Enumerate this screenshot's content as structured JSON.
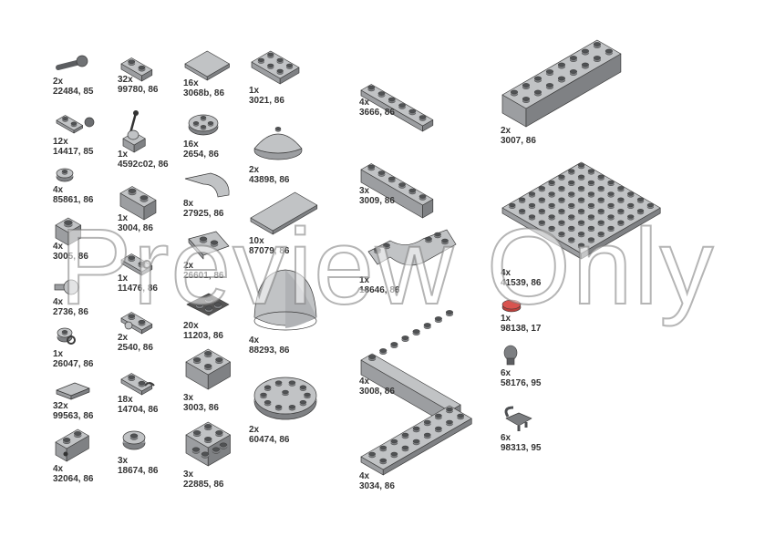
{
  "colors": {
    "part": "#a7a9ac",
    "dark": "#6b6d70",
    "red": "#d9534f",
    "stud": "#3c3c3c"
  },
  "parts": [
    {
      "qty": "2x",
      "id": "22484, 85",
      "shape": "pin"
    },
    {
      "qty": "12x",
      "id": "14417, 85",
      "shape": "hinge"
    },
    {
      "qty": "4x",
      "id": "85861, 86",
      "shape": "roundplate"
    },
    {
      "qty": "4x",
      "id": "3005, 86",
      "shape": "brick1"
    },
    {
      "qty": "4x",
      "id": "2736, 86",
      "shape": "axlehub"
    },
    {
      "qty": "1x",
      "id": "26047, 86",
      "shape": "clip"
    },
    {
      "qty": "32x",
      "id": "99563, 86",
      "shape": "ingot"
    },
    {
      "qty": "4x",
      "id": "32064, 86",
      "shape": "techbrick"
    },
    {
      "qty": "32x",
      "id": "99780, 86",
      "shape": "bracket"
    },
    {
      "qty": "1x",
      "id": "4592c02, 86",
      "shape": "lever"
    },
    {
      "qty": "1x",
      "id": "3004, 86",
      "shape": "brick12"
    },
    {
      "qty": "1x",
      "id": "11476, 86",
      "shape": "plateclip"
    },
    {
      "qty": "2x",
      "id": "2540, 86",
      "shape": "platehandle"
    },
    {
      "qty": "18x",
      "id": "14704, 86",
      "shape": "platesocket"
    },
    {
      "qty": "3x",
      "id": "18674, 86",
      "shape": "round2"
    },
    {
      "qty": "16x",
      "id": "3068b, 86",
      "shape": "tile2"
    },
    {
      "qty": "16x",
      "id": "2654, 86",
      "shape": "round2plate"
    },
    {
      "qty": "8x",
      "id": "27925, 86",
      "shape": "curvetile"
    },
    {
      "qty": "2x",
      "id": "26601, 86",
      "shape": "wedge"
    },
    {
      "qty": "20x",
      "id": "11203, 86",
      "shape": "tileinv"
    },
    {
      "qty": "3x",
      "id": "3003, 86",
      "shape": "brick22"
    },
    {
      "qty": "3x",
      "id": "22885, 86",
      "shape": "sidestud"
    },
    {
      "qty": "1x",
      "id": "3021, 86",
      "shape": "plate23"
    },
    {
      "qty": "2x",
      "id": "43898, 86",
      "shape": "dish"
    },
    {
      "qty": "10x",
      "id": "87079, 86",
      "shape": "tile24"
    },
    {
      "qty": "4x",
      "id": "88293, 86",
      "shape": "dome"
    },
    {
      "qty": "2x",
      "id": "60474, 86",
      "shape": "round4"
    },
    {
      "qty": "4x",
      "id": "3666, 86",
      "shape": "plate16"
    },
    {
      "qty": "3x",
      "id": "3009, 86",
      "shape": "brick16"
    },
    {
      "qty": "1x",
      "id": "18646, 86",
      "shape": "arch"
    },
    {
      "qty": "4x",
      "id": "3008, 86",
      "shape": "brick18"
    },
    {
      "qty": "4x",
      "id": "3034, 86",
      "shape": "plate28"
    },
    {
      "qty": "2x",
      "id": "3007, 86",
      "shape": "brick28"
    },
    {
      "qty": "4x",
      "id": "41539, 86",
      "shape": "plate88"
    },
    {
      "qty": "1x",
      "id": "98138, 17",
      "shape": "redtile"
    },
    {
      "qty": "6x",
      "id": "58176, 95",
      "shape": "bulb"
    },
    {
      "qty": "6x",
      "id": "98313, 95",
      "shape": "clawclip"
    }
  ],
  "watermark": "Preview Only"
}
